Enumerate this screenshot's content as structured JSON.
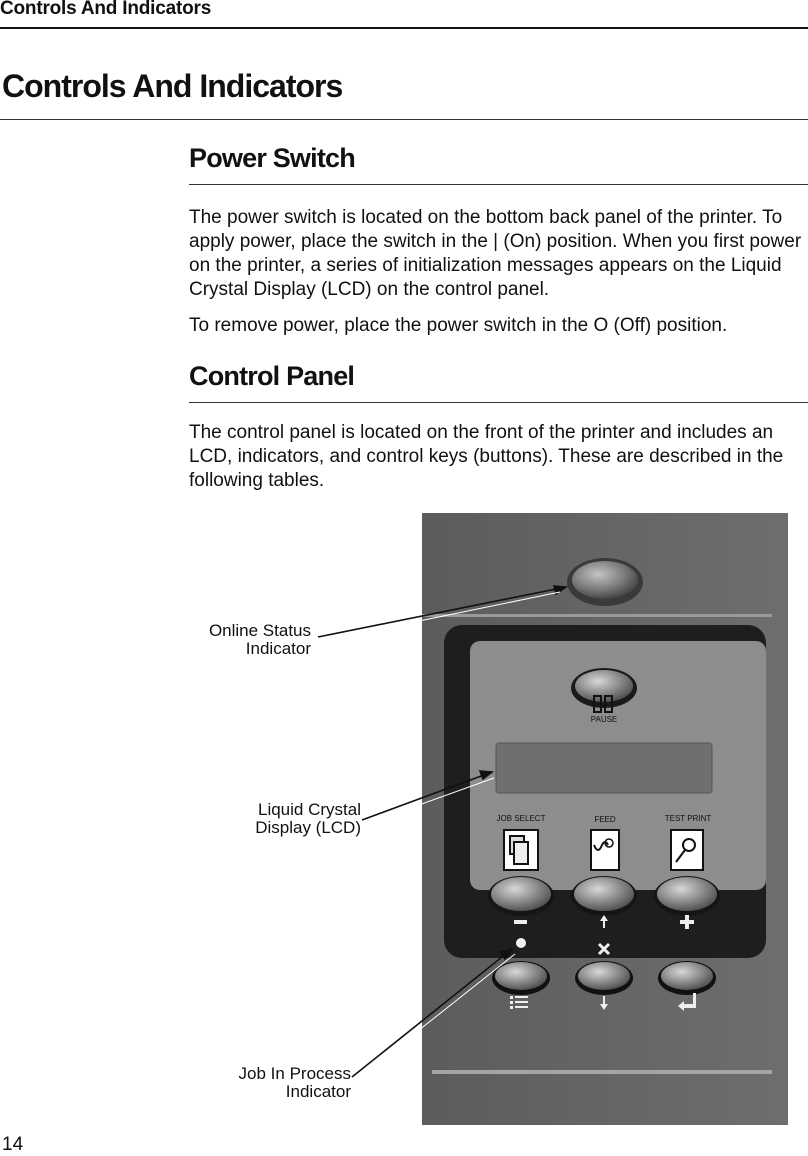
{
  "running_header": "Controls And Indicators",
  "chapter_title": "Controls And Indicators",
  "sections": {
    "power_switch": {
      "title": "Power Switch",
      "paragraphs": [
        "The power switch is located on the bottom back panel of the printer. To apply power, place the switch in the | (On) position. When you first power on the printer, a series of initialization messages appears on the Liquid Crystal Display (LCD) on the control panel.",
        "To remove power, place the power switch in the O (Off) position."
      ]
    },
    "control_panel": {
      "title": "Control Panel",
      "paragraphs": [
        "The control panel is located on the front of the printer and includes an LCD, indicators, and control keys (buttons). These are described in the following tables."
      ]
    }
  },
  "figure": {
    "callouts": {
      "online_status": [
        "Online Status",
        "Indicator"
      ],
      "lcd": [
        "Liquid Crystal",
        "Display (LCD)"
      ],
      "job_in_process": [
        "Job In Process",
        "Indicator"
      ]
    },
    "panel_labels": {
      "pause": "PAUSE",
      "job_select": "JOB SELECT",
      "feed": "FEED",
      "test_print": "TEST PRINT"
    }
  },
  "page_number": "14"
}
